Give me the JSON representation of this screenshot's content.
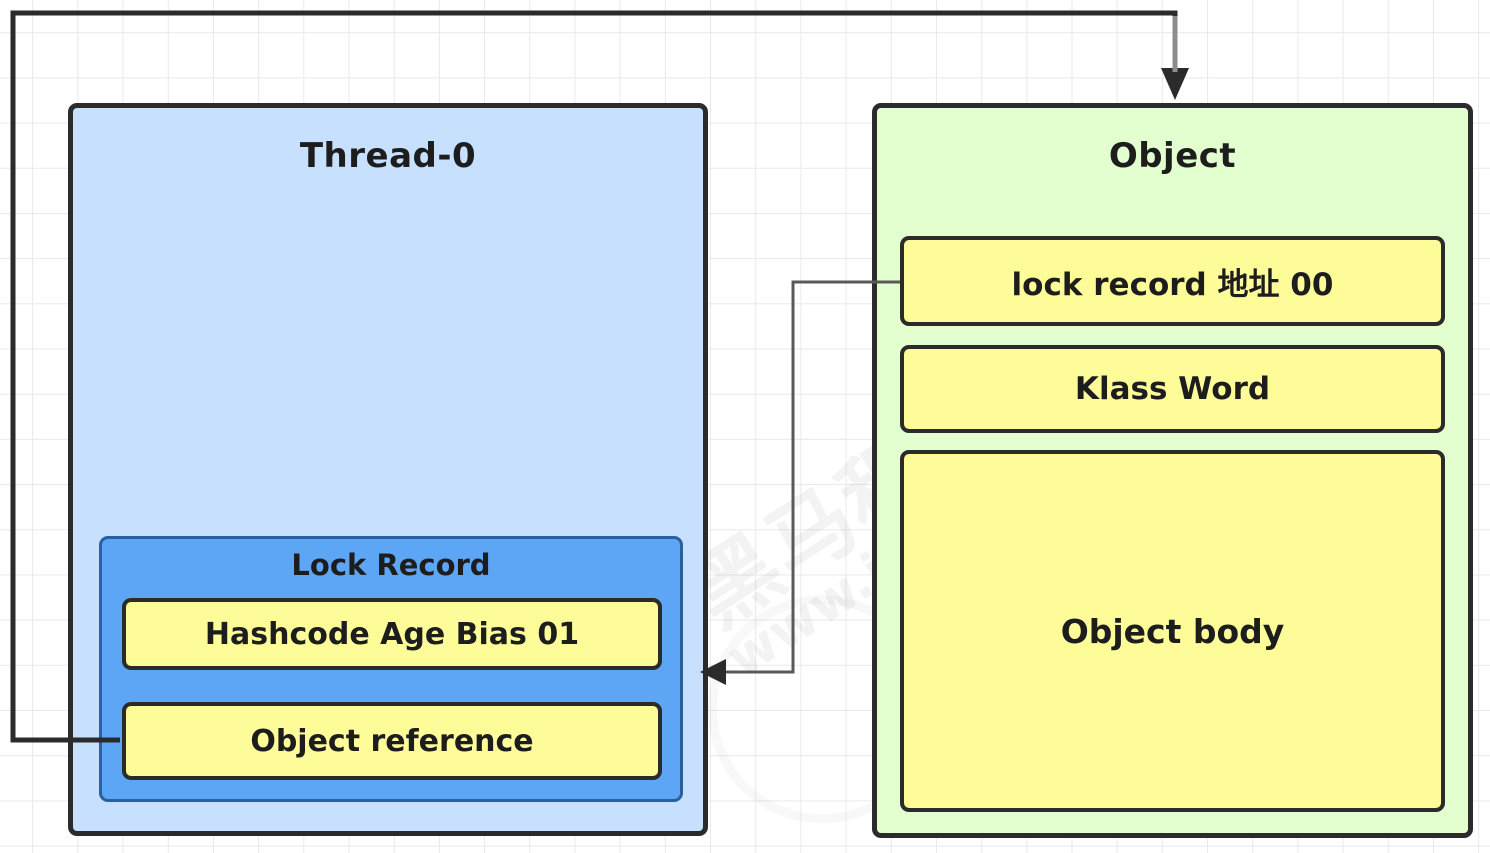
{
  "diagram": {
    "title_thread": "Thread-0",
    "title_object": "Object",
    "lock_record": {
      "title": "Lock Record",
      "rows": [
        "Hashcode Age Bias 01",
        "Object reference"
      ]
    },
    "object_fields": [
      "lock record 地址 00",
      "Klass Word",
      "Object body"
    ],
    "watermark": {
      "cn": "黑马程序员",
      "en": "www.itheima.com"
    },
    "colors": {
      "thread_fill": "#c6e0fd",
      "object_fill": "#e4ffcf",
      "lock_record_fill": "#5ca6f5",
      "field_fill": "#fdfc99",
      "border": "#2b2b2b",
      "connector": "#595959",
      "grid": "#e9e9e9"
    },
    "connectors": [
      {
        "name": "object-to-thread-markword",
        "from": "lock record 地址 00",
        "to": "Lock Record",
        "arrow": "left"
      },
      {
        "name": "object-reference-to-object",
        "from": "Object reference",
        "to": "Object",
        "arrow": "down"
      }
    ]
  }
}
